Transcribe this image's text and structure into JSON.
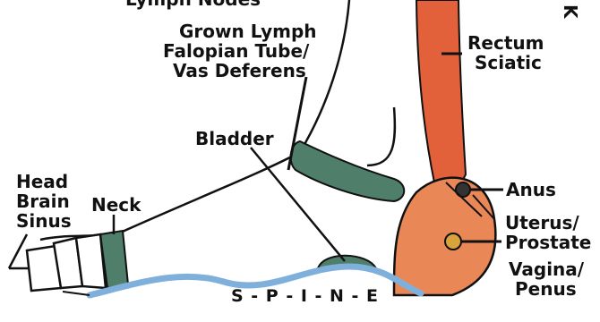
{
  "labels": {
    "lymph_nodes": "Lymph Nodes",
    "grown_lymph": "Grown Lymph",
    "fallopian_tube": "Falopian Tube/",
    "vas_deferens": "Vas Deferens",
    "rectum": "Rectum",
    "sciatic": "Sciatic",
    "bladder": "Bladder",
    "anus": "Anus",
    "uterus": "Uterus/",
    "prostate": "Prostate",
    "vagina": "Vagina/",
    "penus": "Penus",
    "head": "Head",
    "brain": "Brain",
    "sinus": "Sinus",
    "neck": "Neck",
    "spine": "S - P - I - N - E",
    "corner_mark": "K"
  },
  "colors": {
    "rectum_fill": "#e2613a",
    "heel_fill": "#e98756",
    "green_fill": "#4f7e6a",
    "spine_line": "#7fb0dc",
    "outline": "#111111"
  }
}
